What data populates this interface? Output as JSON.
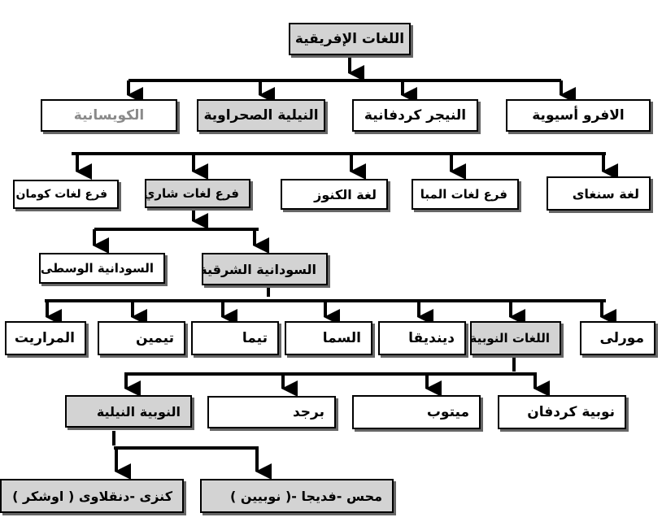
{
  "diagram": {
    "root": "اللغات الإفريقية",
    "families": {
      "afroasiatic": "الافرو أسيوية",
      "niger_kordofanian": "النيجر كردفانية",
      "nilo_saharan": "النيلية الصحراوية",
      "khoisan": "الكويسانية"
    },
    "nilo_saharan_branches": {
      "songhai": "لغة سنغاى",
      "maba": "فرع لغات المبا",
      "kenuz": "لغة الكنوز",
      "shari": "فرع لغات شاري",
      "koman": "فرع لغات كومان"
    },
    "shari_branches": {
      "eastern_sudanic": "السودانية الشرقية",
      "central_sudanic": "السودانية الوسطى"
    },
    "eastern_sudanic_branches": {
      "murle": "مورلى",
      "nubian": "اللغات النوبية",
      "dinka": "دينديقا",
      "sama": "السما",
      "tima": "تيما",
      "temein": "تيمين",
      "mararit": "المراريت"
    },
    "nubian_branches": {
      "kordofan_nubian": "نوبية كردفان",
      "midob": "ميتوب",
      "birgid": "برجد",
      "nile_nubian": "النوبية النيلية"
    },
    "nile_nubian_branches": {
      "mahas_fadija": "محس -فديجا -( نوبيين )",
      "kenzi_dongolawi": "كنزى -دنقلاوى ( اوشكر )"
    }
  }
}
